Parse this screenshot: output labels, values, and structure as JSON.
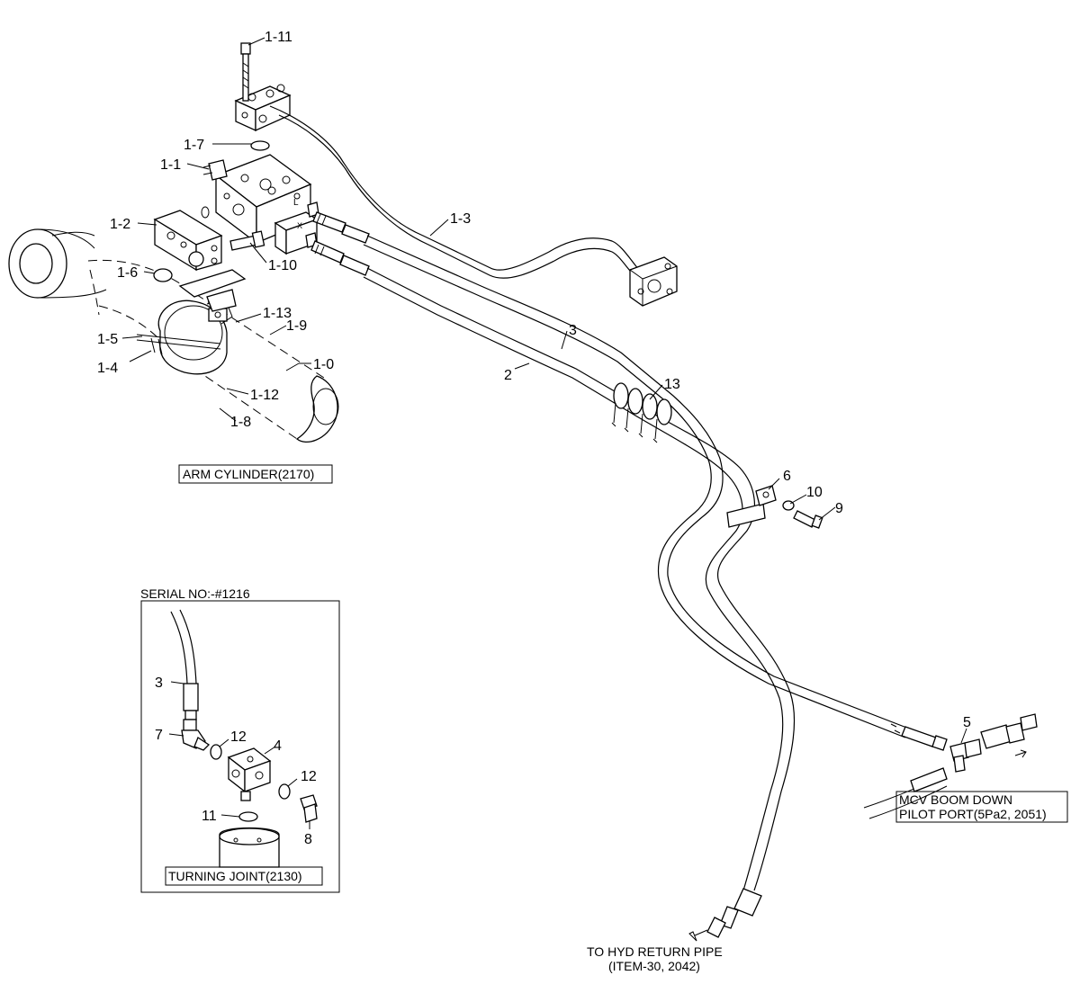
{
  "callouts": {
    "c1_11": "1-11",
    "c1_7": "1-7",
    "c1_1": "1-1",
    "c1_2": "1-2",
    "c1_6": "1-6",
    "c1_10": "1-10",
    "c1_3": "1-3",
    "c1_13": "1-13",
    "c1_9": "1-9",
    "c1_5": "1-5",
    "c1_4": "1-4",
    "c1_0": "1-0",
    "c1_12": "1-12",
    "c1_8": "1-8",
    "c3": "3",
    "c2": "2",
    "c13": "13",
    "c6": "6",
    "c10": "10",
    "c9": "9",
    "c5": "5",
    "d3": "3",
    "d7": "7",
    "d12a": "12",
    "d4": "4",
    "d12b": "12",
    "d11": "11",
    "d8": "8"
  },
  "block_marks": {
    "l": "L",
    "x": "X"
  },
  "labels": {
    "arm_cylinder": "ARM CYLINDER(2170)",
    "turning_joint": "TURNING JOINT(2130)",
    "serial_no": "SERIAL NO:-#1216",
    "mcv_line1": "MCV BOOM DOWN",
    "mcv_line2": "PILOT PORT(5Pa2, 2051)",
    "return_line1": "TO HYD RETURN PIPE",
    "return_line2": "(ITEM-30, 2042)"
  }
}
